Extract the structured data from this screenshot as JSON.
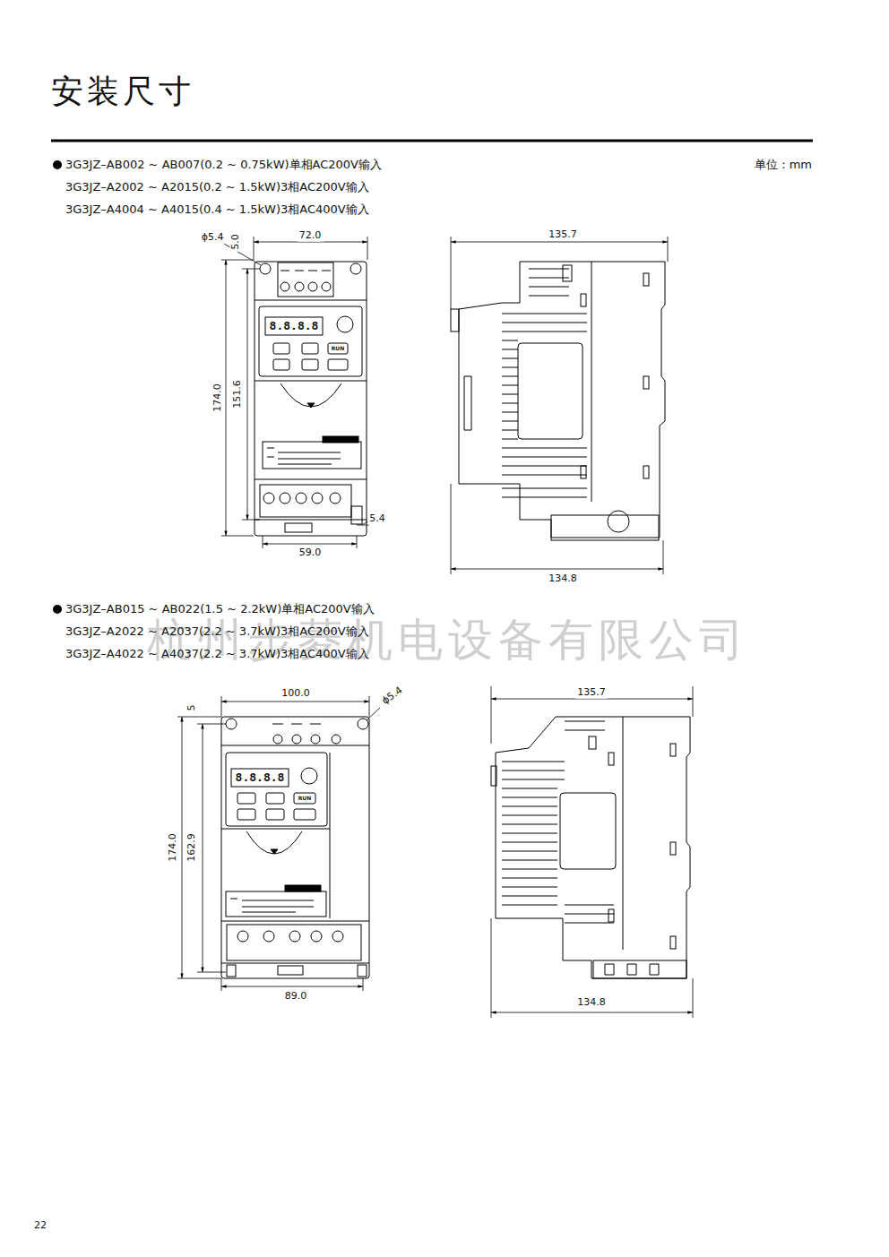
{
  "diagram": {
    "title": "安装尺寸",
    "labels": [
      "3G3JZ–AB002 ~ AB007(0.2 ~ 0.75kW)单相AC200V输入",
      "3G3JZ–A2002 ~ A2015(0.2 ~ 1.5kW)3相AC200V输入",
      "3G3JZ–A4004 ~ A4015(0.4 ~ 1.5kW)3相AC400V输入",
      "单位：mm",
      "ϕ5.4",
      "5.0",
      "72.0",
      "174.0",
      "151.6",
      "8.8.8.8",
      "RUN",
      "5.4",
      "59.0",
      "135.7",
      "134.8",
      "3G3JZ–AB015 ~ AB022(1.5 ~ 2.2kW)单相AC200V输入",
      "3G3JZ–A2022 ~ A2037(2.2 ~ 3.7kW)3相AC200V输入",
      "3G3JZ–A4022 ~ A4037(2.2 ~ 3.7kW)3相AC400V输入",
      "杭州步菱机电设备有限公司",
      "100.0",
      "ϕ5.4",
      "5",
      "174.0",
      "162.9",
      "8.8.8.8",
      "RUN",
      "89.0",
      "135.7",
      "134.8",
      "22"
    ]
  }
}
